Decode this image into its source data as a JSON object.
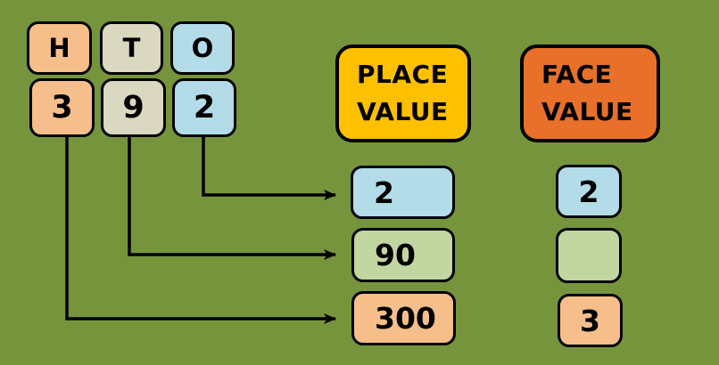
{
  "canvas": {
    "background": "#76943C"
  },
  "colors": {
    "hundreds": "#F6BE8A",
    "tens": "#DBD8C2",
    "ones": "#B3DCE8",
    "green": "#C2D6A2",
    "place_header": "#FFC000",
    "face_header": "#E8702A",
    "line": "#000000"
  },
  "number_grid": {
    "column_headers": [
      {
        "label": "H"
      },
      {
        "label": "T"
      },
      {
        "label": "O"
      }
    ],
    "digits": [
      {
        "label": "3"
      },
      {
        "label": "9"
      },
      {
        "label": "2"
      }
    ]
  },
  "place_value": {
    "header": {
      "line1": "PLACE",
      "line2": "VALUE"
    },
    "items": [
      {
        "label": "2"
      },
      {
        "label": "90"
      },
      {
        "label": "300"
      }
    ]
  },
  "face_value": {
    "header": {
      "line1": "FACE",
      "line2": "VALUE"
    },
    "items": [
      {
        "label": "2"
      },
      {
        "label": ""
      },
      {
        "label": "3"
      }
    ]
  }
}
